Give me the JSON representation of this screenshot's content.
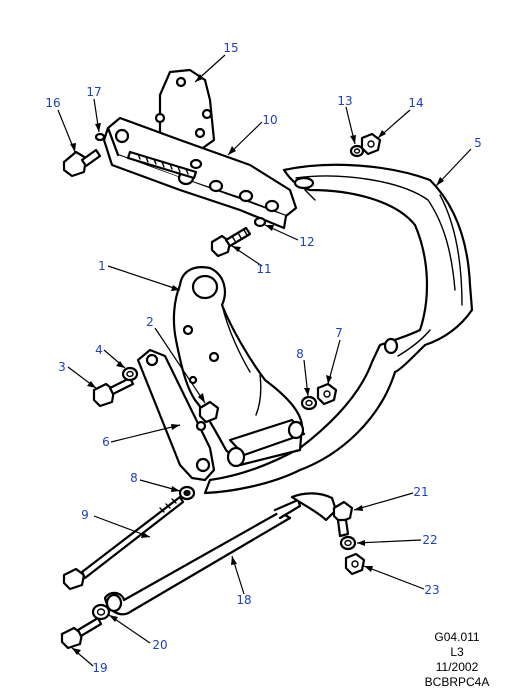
{
  "callouts": {
    "c1": "1",
    "c2": "2",
    "c3": "3",
    "c4": "4",
    "c5": "5",
    "c6": "6",
    "c7": "7",
    "c8a": "8",
    "c8b": "8",
    "c9": "9",
    "c10": "10",
    "c11": "11",
    "c12": "12",
    "c13": "13",
    "c14": "14",
    "c15": "15",
    "c16": "16",
    "c17": "17",
    "c18": "18",
    "c19": "19",
    "c20": "20",
    "c21": "21",
    "c22": "22",
    "c23": "23"
  },
  "reference": {
    "code": "G04.011",
    "level": "L3",
    "date": "11/2002",
    "id": "BCBRPC4A"
  },
  "colors": {
    "callout": "#1f3fbf",
    "line": "#000000"
  }
}
